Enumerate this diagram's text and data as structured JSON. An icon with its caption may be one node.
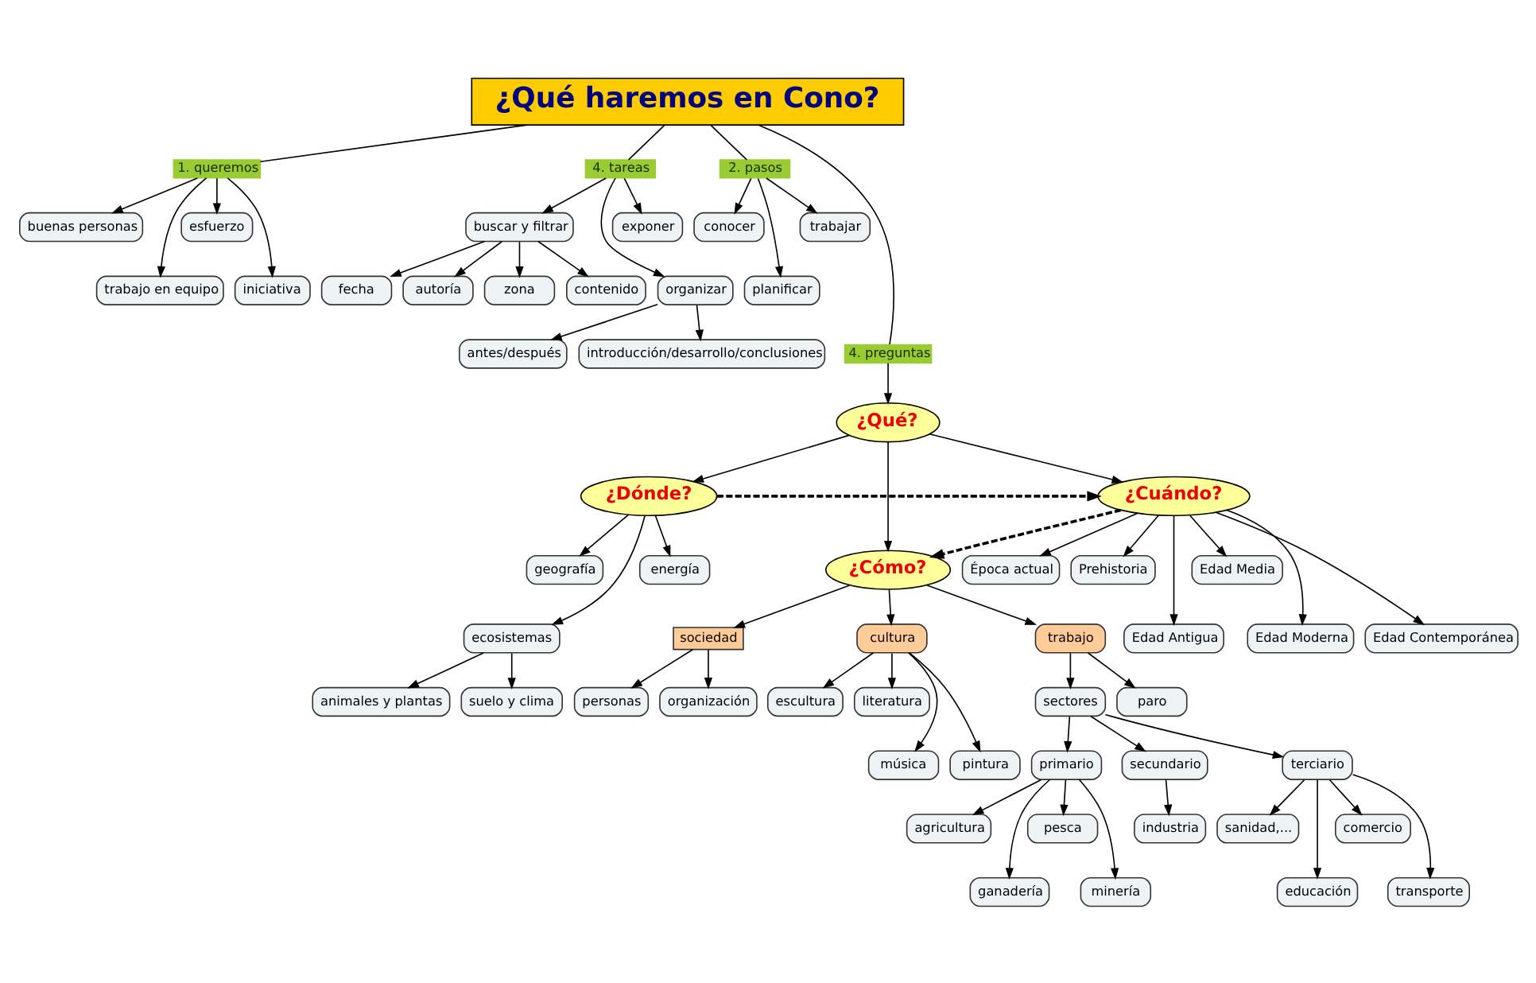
{
  "diagram": {
    "nodes": [
      {
        "text": [
          "¿Qué haremos en Cono?"
        ]
      },
      {
        "text": [
          "1. queremos"
        ]
      },
      {
        "text": [
          "buenas personas"
        ]
      },
      {
        "text": [
          "trabajo en equipo"
        ]
      },
      {
        "text": [
          "esfuerzo"
        ]
      },
      {
        "text": [
          "iniciativa"
        ]
      },
      {
        "text": [
          "4. tareas"
        ]
      },
      {
        "text": [
          "buscar y filtrar"
        ]
      },
      {
        "text": [
          "fecha"
        ]
      },
      {
        "text": [
          "autoría"
        ]
      },
      {
        "text": [
          "zona"
        ]
      },
      {
        "text": [
          "contenido"
        ]
      },
      {
        "text": [
          "organizar"
        ]
      },
      {
        "text": [
          "antes/después"
        ]
      },
      {
        "text": [
          "introducción/desarrollo/conclusiones"
        ]
      },
      {
        "text": [
          "exponer"
        ]
      },
      {
        "text": [
          "2. pasos"
        ]
      },
      {
        "text": [
          "conocer"
        ]
      },
      {
        "text": [
          "planificar"
        ]
      },
      {
        "text": [
          "trabajar"
        ]
      },
      {
        "text": [
          "4. preguntas"
        ]
      },
      {
        "text": [
          "¿Qué?"
        ]
      },
      {
        "text": [
          "¿Dónde?"
        ]
      },
      {
        "text": [
          "¿Cuándo?"
        ]
      },
      {
        "text": [
          "¿Cómo?"
        ]
      },
      {
        "text": [
          "geografía"
        ]
      },
      {
        "text": [
          "ecosistemas"
        ]
      },
      {
        "text": [
          "energía"
        ]
      },
      {
        "text": [
          "animales y plantas"
        ]
      },
      {
        "text": [
          "suelo y clima"
        ]
      },
      {
        "text": [
          "Época actual"
        ]
      },
      {
        "text": [
          "Prehistoria"
        ]
      },
      {
        "text": [
          "Edad Antigua"
        ]
      },
      {
        "text": [
          "Edad Media"
        ]
      },
      {
        "text": [
          "Edad Moderna"
        ]
      },
      {
        "text": [
          "Edad Contemporánea"
        ]
      },
      {
        "text": [
          "sociedad"
        ]
      },
      {
        "text": [
          "personas"
        ]
      },
      {
        "text": [
          "organización"
        ]
      },
      {
        "text": [
          "cultura"
        ]
      },
      {
        "text": [
          "escultura"
        ]
      },
      {
        "text": [
          "literatura"
        ]
      },
      {
        "text": [
          "música"
        ]
      },
      {
        "text": [
          "pintura"
        ]
      },
      {
        "text": [
          "trabajo"
        ]
      },
      {
        "text": [
          "sectores"
        ]
      },
      {
        "text": [
          "paro"
        ]
      },
      {
        "text": [
          "primario"
        ]
      },
      {
        "text": [
          "secundario"
        ]
      },
      {
        "text": [
          "terciario"
        ]
      },
      {
        "text": [
          "agricultura"
        ]
      },
      {
        "text": [
          "ganadería"
        ]
      },
      {
        "text": [
          "pesca"
        ]
      },
      {
        "text": [
          "minería"
        ]
      },
      {
        "text": [
          "industria"
        ]
      },
      {
        "text": [
          "sanidad,..."
        ]
      },
      {
        "text": [
          "educación"
        ]
      },
      {
        "text": [
          "comercio"
        ]
      },
      {
        "text": [
          "transporte"
        ]
      }
    ],
    "edges": [
      {
        "from": 0,
        "to": 1,
        "arrow": "none"
      },
      {
        "from": 1,
        "to": 2,
        "arrow": "to"
      },
      {
        "from": 1,
        "to": 3,
        "arrow": "to"
      },
      {
        "from": 1,
        "to": 4,
        "arrow": "to"
      },
      {
        "from": 1,
        "to": 5,
        "arrow": "to"
      },
      {
        "from": 0,
        "to": 6,
        "arrow": "none"
      },
      {
        "from": 6,
        "to": 7,
        "arrow": "to"
      },
      {
        "from": 7,
        "to": 8,
        "arrow": "to"
      },
      {
        "from": 7,
        "to": 9,
        "arrow": "to"
      },
      {
        "from": 7,
        "to": 10,
        "arrow": "to"
      },
      {
        "from": 7,
        "to": 11,
        "arrow": "to"
      },
      {
        "from": 6,
        "to": 12,
        "arrow": "to"
      },
      {
        "from": 12,
        "to": 13,
        "arrow": "to"
      },
      {
        "from": 12,
        "to": 14,
        "arrow": "to"
      },
      {
        "from": 6,
        "to": 15,
        "arrow": "to"
      },
      {
        "from": 0,
        "to": 16,
        "arrow": "none"
      },
      {
        "from": 16,
        "to": 17,
        "arrow": "to"
      },
      {
        "from": 16,
        "to": 18,
        "arrow": "to"
      },
      {
        "from": 16,
        "to": 19,
        "arrow": "to"
      },
      {
        "from": 0,
        "to": 20,
        "arrow": "none"
      },
      {
        "from": 20,
        "to": 21,
        "arrow": "to"
      },
      {
        "from": 21,
        "to": 22,
        "arrow": "to"
      },
      {
        "from": 21,
        "to": 23,
        "arrow": "to"
      },
      {
        "from": 21,
        "to": 24,
        "arrow": "to"
      },
      {
        "from": 22,
        "to": 23,
        "arrow": "to",
        "style": "dashed"
      },
      {
        "from": 23,
        "to": 24,
        "arrow": "to",
        "style": "dashed"
      },
      {
        "from": 22,
        "to": 25,
        "arrow": "to"
      },
      {
        "from": 22,
        "to": 26,
        "arrow": "to"
      },
      {
        "from": 22,
        "to": 27,
        "arrow": "to"
      },
      {
        "from": 26,
        "to": 28,
        "arrow": "to"
      },
      {
        "from": 26,
        "to": 29,
        "arrow": "to"
      },
      {
        "from": 23,
        "to": 30,
        "arrow": "to"
      },
      {
        "from": 23,
        "to": 31,
        "arrow": "to"
      },
      {
        "from": 23,
        "to": 32,
        "arrow": "to"
      },
      {
        "from": 23,
        "to": 33,
        "arrow": "to"
      },
      {
        "from": 23,
        "to": 34,
        "arrow": "to"
      },
      {
        "from": 23,
        "to": 35,
        "arrow": "to"
      },
      {
        "from": 24,
        "to": 36,
        "arrow": "to"
      },
      {
        "from": 24,
        "to": 39,
        "arrow": "to"
      },
      {
        "from": 24,
        "to": 44,
        "arrow": "to"
      },
      {
        "from": 36,
        "to": 37,
        "arrow": "to"
      },
      {
        "from": 36,
        "to": 38,
        "arrow": "to"
      },
      {
        "from": 39,
        "to": 40,
        "arrow": "to"
      },
      {
        "from": 39,
        "to": 41,
        "arrow": "to"
      },
      {
        "from": 39,
        "to": 42,
        "arrow": "to"
      },
      {
        "from": 39,
        "to": 43,
        "arrow": "to"
      },
      {
        "from": 44,
        "to": 45,
        "arrow": "to"
      },
      {
        "from": 44,
        "to": 46,
        "arrow": "to"
      },
      {
        "from": 45,
        "to": 47,
        "arrow": "to"
      },
      {
        "from": 45,
        "to": 48,
        "arrow": "to"
      },
      {
        "from": 45,
        "to": 49,
        "arrow": "to"
      },
      {
        "from": 47,
        "to": 50,
        "arrow": "to"
      },
      {
        "from": 47,
        "to": 51,
        "arrow": "to"
      },
      {
        "from": 47,
        "to": 52,
        "arrow": "to"
      },
      {
        "from": 47,
        "to": 53,
        "arrow": "to"
      },
      {
        "from": 48,
        "to": 54,
        "arrow": "to"
      },
      {
        "from": 49,
        "to": 55,
        "arrow": "to"
      },
      {
        "from": 49,
        "to": 56,
        "arrow": "to"
      },
      {
        "from": 49,
        "to": 57,
        "arrow": "to"
      },
      {
        "from": 49,
        "to": 58,
        "arrow": "to"
      }
    ]
  }
}
